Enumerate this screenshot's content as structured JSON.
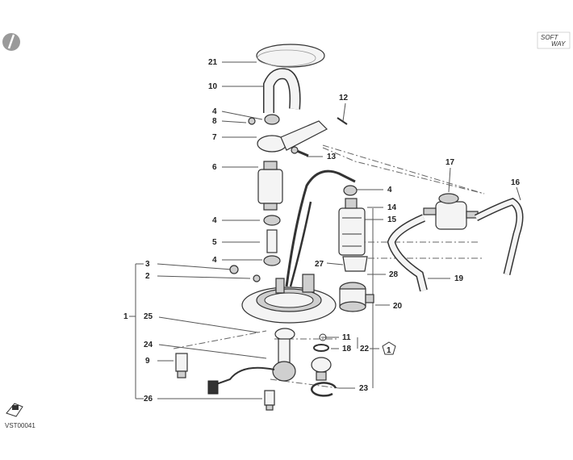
{
  "logo": {
    "line1": "SOFT",
    "line2": "WAY"
  },
  "footer": {
    "code": "VST00041"
  },
  "callouts": {
    "c21": "21",
    "c10": "10",
    "c4a": "4",
    "c8": "8",
    "c7": "7",
    "c12": "12",
    "c13": "13",
    "c6": "6",
    "c4b": "4",
    "c14": "14",
    "c15": "15",
    "c17": "17",
    "c16": "16",
    "c4c": "4",
    "c5": "5",
    "c4d": "4",
    "c3": "3",
    "c27": "27",
    "c2": "2",
    "c28": "28",
    "c19": "19",
    "c20": "20",
    "c1": "1",
    "c25": "25",
    "c11": "11",
    "c24": "24",
    "c18": "18",
    "c22": "22",
    "c9": "9",
    "c23": "23",
    "c26": "26",
    "note": "1"
  }
}
